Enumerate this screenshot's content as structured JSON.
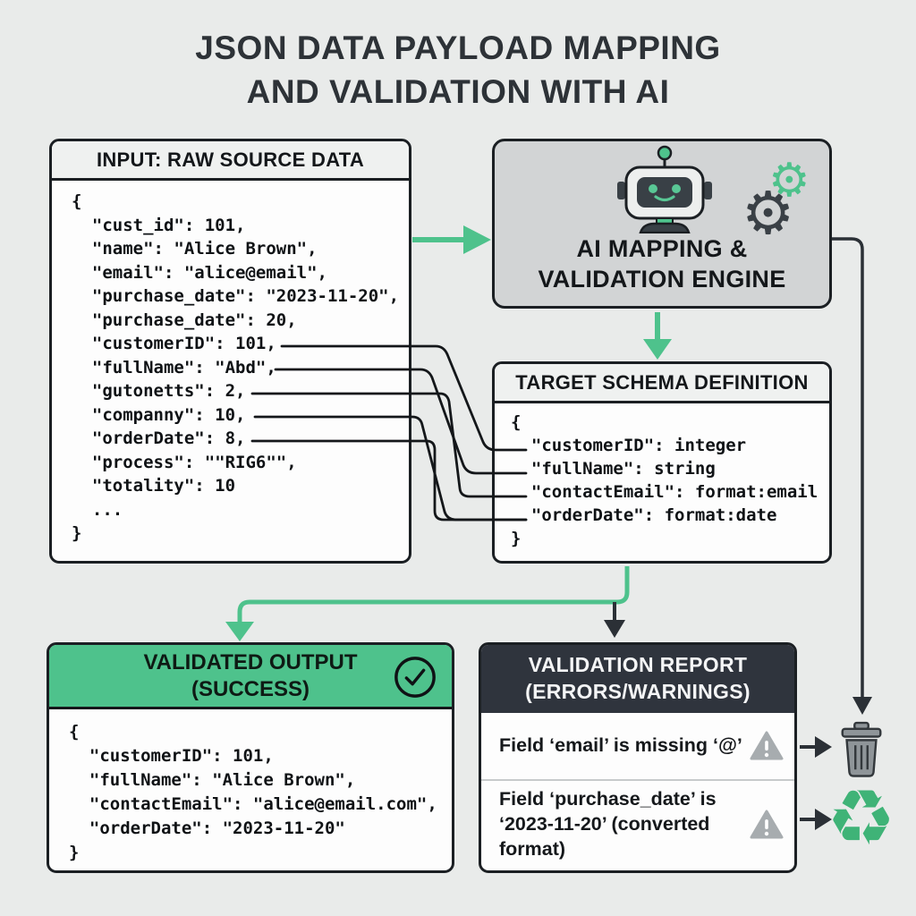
{
  "title": {
    "text": "JSON DATA PAYLOAD MAPPING\nAND VALIDATION WITH AI"
  },
  "input_box": {
    "header": "INPUT: RAW SOURCE DATA",
    "code": "{\n  \"cust_id\": 101,\n  \"name\": \"Alice Brown\",\n  \"email\": \"alice@email\",\n  \"purchase_date\": \"2023-11-20\",\n  \"purchase_date\": 20,\n  \"customerID\": 101,\n  \"fullName\": \"Abd\",\n  \"gutonetts\": 2,\n  \"companny\": 10,\n  \"orderDate\": 8,\n  \"process\": \"\"RIG6\"\",\n  \"totality\": 10\n  ...\n}"
  },
  "ai_engine": {
    "label": "AI MAPPING &\nVALIDATION ENGINE",
    "gear_glyph": "⚙"
  },
  "schema_box": {
    "header": "TARGET SCHEMA DEFINITION",
    "code": "{\n  \"customerID\": integer\n  \"fullName\": string\n  \"contactEmail\": format:email\n  \"orderDate\": format:date\n}"
  },
  "validated_box": {
    "header": "VALIDATED OUTPUT\n(SUCCESS)",
    "code": "{\n  \"customerID\": 101,\n  \"fullName\": \"Alice Brown\",\n  \"contactEmail\": \"alice@email.com\",\n  \"orderDate\": \"2023-11-20\"\n}"
  },
  "report_box": {
    "header": "VALIDATION REPORT\n(ERRORS/WARNINGS)",
    "items": [
      {
        "text": "Field ‘email’ is missing ‘@’"
      },
      {
        "text": "Field ‘purchase_date’ is ‘2023-11-20’ (converted format)"
      }
    ]
  },
  "side_icons": {
    "recycle_glyph": "♻"
  },
  "colors": {
    "background": "#e9ebea",
    "green": "#4ec28c",
    "dark_arrow": "#2b3036",
    "box_border": "#1b1f23",
    "report_header_bg": "#2f343d",
    "ai_box_bg": "#d2d4d5",
    "warning_gray": "#a7acaf",
    "trash_gray": "#8f9599",
    "recycle_green": "#3fb377"
  }
}
